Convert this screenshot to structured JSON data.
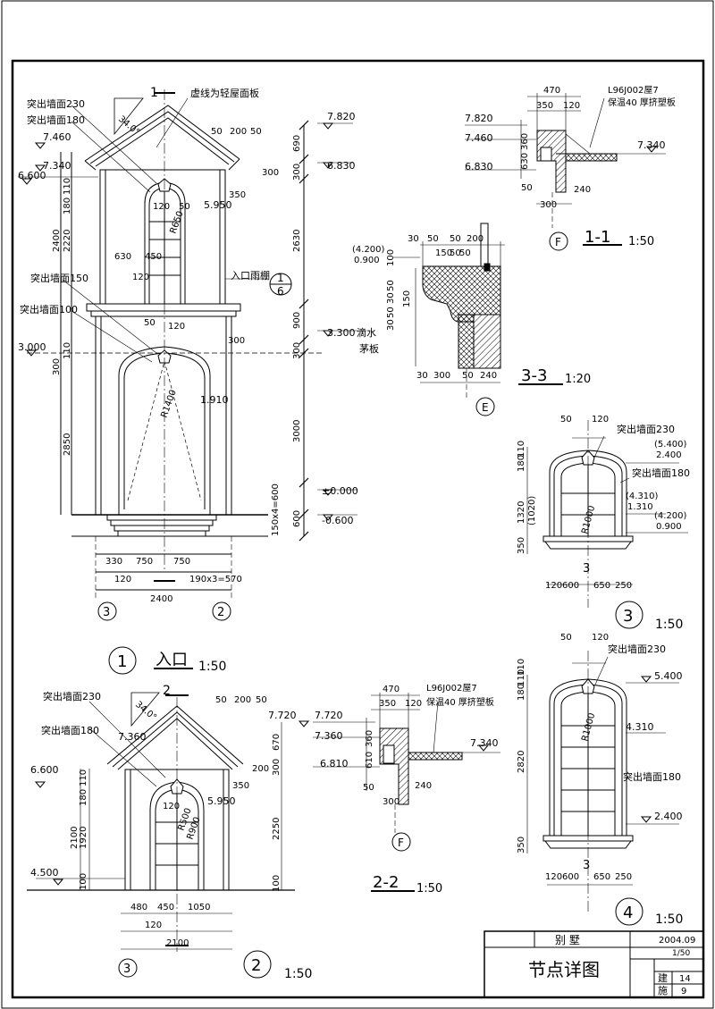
{
  "title_block": {
    "project": "别 墅",
    "date": "2004.09",
    "drawing_title": "节点详图",
    "scale": "1/50",
    "row1_label": "建",
    "row1_value": "14",
    "row2_label": "施",
    "row2_value": "9"
  },
  "views": {
    "v1": {
      "number": "1",
      "title": "入口",
      "scale": "1:50",
      "grid_left": "3",
      "grid_right": "2",
      "section_mark": "1",
      "section_ref_top": "1",
      "section_ref_bottom": "6",
      "roof_angle": "34.0°",
      "labels": [
        "突出墙面230",
        "突出墙面180",
        "突出墙面150",
        "突出墙面100",
        "虚线为轻屋面板",
        "入口雨棚",
        "滴水",
        "茅板"
      ],
      "elevations": [
        "7.820",
        "7.460",
        "7.340",
        "6.830",
        "6.600",
        "5.950",
        "3.300",
        "3.000",
        "1.910",
        "±0.000",
        "-0.600"
      ],
      "dims_right": [
        "690",
        "300",
        "2630",
        "900",
        "300",
        "3000",
        "600",
        "150x4=600"
      ],
      "dims_left": [
        "110",
        "110",
        "180",
        "2400",
        "2220",
        "300",
        "110",
        "110",
        "2850"
      ],
      "dims_bottom_1": [
        "330",
        "750",
        "750"
      ],
      "dims_bottom_2": [
        "120",
        "190x3=570"
      ],
      "dims_bottom_3": [
        "2400"
      ],
      "dims_misc": [
        "50",
        "200",
        "50",
        "50",
        "50",
        "50",
        "200",
        "300",
        "350",
        "120",
        "50",
        "630",
        "450",
        "120",
        "50",
        "120",
        "300",
        "R650",
        "R1400"
      ]
    },
    "v2": {
      "number": "2",
      "scale": "1:50",
      "grid": "3",
      "section_mark": "2",
      "roof_angle": "34.0°",
      "labels": [
        "突出墙面230",
        "突出墙面180"
      ],
      "elevations": [
        "7.720",
        "7.360",
        "6.600",
        "5.950",
        "4.500"
      ],
      "dims_right": [
        "670",
        "300",
        "2250",
        "100"
      ],
      "dims_left": [
        "110",
        "180",
        "2100",
        "1920",
        "100"
      ],
      "dims_bottom_1": [
        "480",
        "450",
        "1050"
      ],
      "dims_bottom_2": [
        "120"
      ],
      "dims_bottom_3": [
        "2100"
      ],
      "dims_misc": [
        "50",
        "200",
        "50",
        "50",
        "50",
        "50",
        "200",
        "50",
        "350",
        "120",
        "R500",
        "R900"
      ]
    },
    "s11": {
      "title": "1-1",
      "scale": "1:50",
      "grid": "F",
      "spec": "L96J002屋7",
      "insulation": "保温40  厚挤塑板",
      "dims_top": [
        "470",
        "350",
        "120"
      ],
      "dims_side": [
        "360",
        "630"
      ],
      "dims_bottom": [
        "50",
        "300",
        "240"
      ],
      "elevations": [
        "7.820",
        "7.460",
        "6.830",
        "7.340"
      ]
    },
    "s22": {
      "title": "2-2",
      "scale": "1:50",
      "grid": "F",
      "spec": "L96J002屋7",
      "insulation": "保温40  厚挤塑板",
      "dims_top": [
        "470",
        "350",
        "120"
      ],
      "dims_side": [
        "360",
        "610"
      ],
      "dims_bottom": [
        "50",
        "300",
        "240"
      ],
      "elevations": [
        "7.720",
        "7.360",
        "6.810",
        "7.340"
      ]
    },
    "s33": {
      "title": "3-3",
      "scale": "1:20",
      "grid": "E",
      "elev_a": "(4.200)",
      "elev_b": "0.900",
      "dims_top": [
        "30",
        "50",
        "50",
        "200",
        "150",
        "50",
        "50"
      ],
      "dims_side": [
        "100",
        "50",
        "30",
        "150",
        "50",
        "30"
      ],
      "dims_bottom": [
        "30",
        "300",
        "50",
        "240"
      ]
    },
    "v3": {
      "number": "3",
      "scale": "1:50",
      "section_mark": "3",
      "labels": [
        "突出墙面230",
        "突出墙面180"
      ],
      "elevations": [
        "(5.400)",
        "2.400",
        "(4.310)",
        "1.310",
        "(4.200)",
        "0.900"
      ],
      "dims_top": [
        "50",
        "120"
      ],
      "dims_left": [
        "180",
        "110",
        "110",
        "1320",
        "(1020)",
        "350"
      ],
      "dims_bottom": [
        "120",
        "600",
        "650",
        "250"
      ],
      "radius": "R1000"
    },
    "v4": {
      "number": "4",
      "scale": "1:50",
      "section_mark": "3",
      "labels": [
        "突出墙面230",
        "突出墙面180"
      ],
      "elevations": [
        "5.400",
        "4.310",
        "2.400"
      ],
      "dims_top": [
        "50",
        "120"
      ],
      "dims_left": [
        "180",
        "110",
        "110",
        "2820",
        "350"
      ],
      "dims_bottom": [
        "120",
        "600",
        "650",
        "250"
      ],
      "radius": "R1000"
    }
  }
}
